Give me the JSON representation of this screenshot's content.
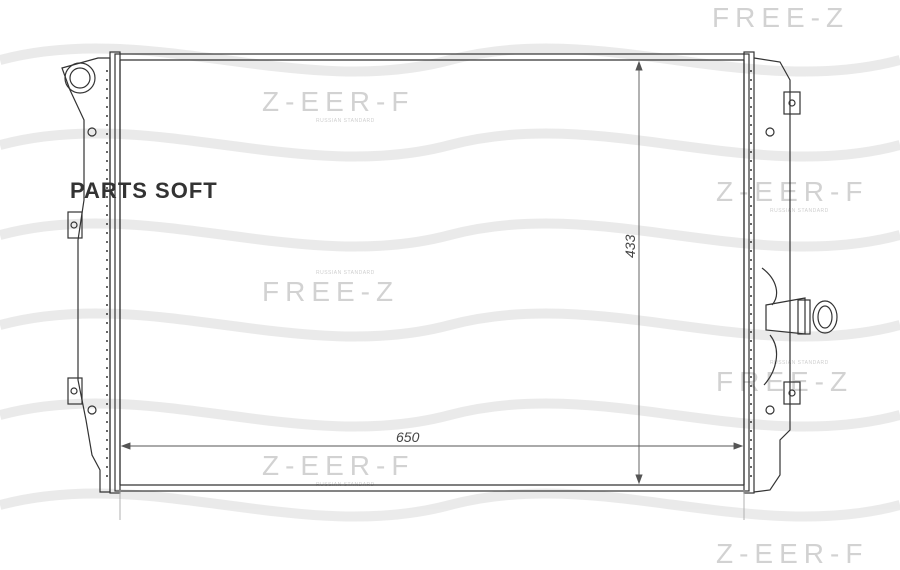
{
  "brand": {
    "text": "PARTS SOFT"
  },
  "watermark": {
    "text_a": "FREE-Z",
    "text_b": "Z-EER-F",
    "subtext": "RUSSIAN STANDARD"
  },
  "dimensions": {
    "width_label": "650",
    "height_label": "433"
  },
  "colors": {
    "line": "#333333",
    "watermark": "#d9d9d9",
    "dimension": "#555555"
  }
}
